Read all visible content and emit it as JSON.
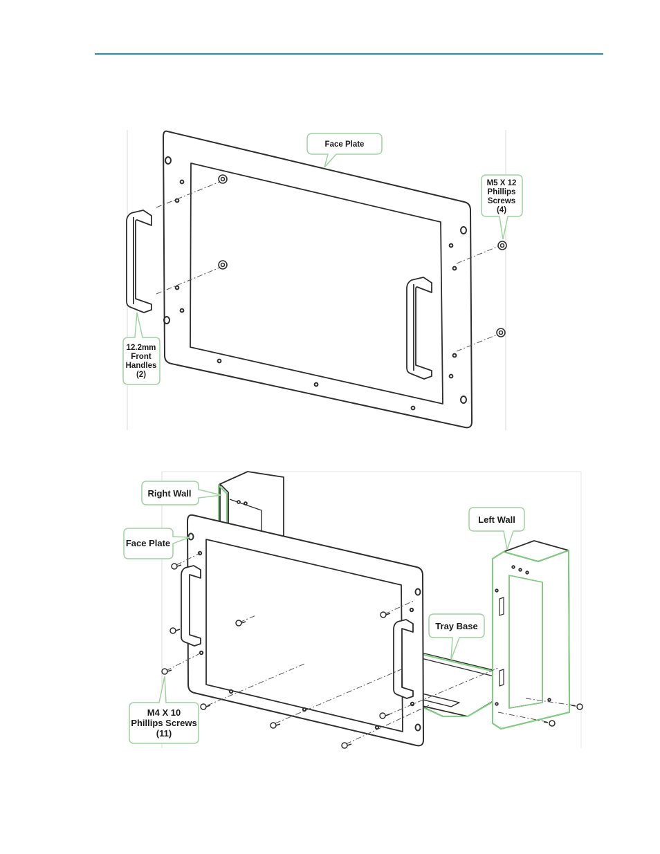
{
  "colors": {
    "header_rule": "#1c8fc9",
    "callout_border": "#9ed39e",
    "callout_fill": "#ffffff",
    "line_dark": "#2e2e2e",
    "highlight_green": "#7fcf7f"
  },
  "diagram_top": {
    "callouts": {
      "face_plate": [
        "Face Plate"
      ],
      "screws": [
        "M5 X 12",
        "Phillips",
        "Screws",
        "(4)"
      ],
      "handles": [
        "12.2mm",
        "Front",
        "Handles",
        "(2)"
      ]
    }
  },
  "diagram_bottom": {
    "callouts": {
      "right_wall": [
        "Right Wall"
      ],
      "face_plate": [
        "Face Plate"
      ],
      "left_wall": [
        "Left Wall"
      ],
      "tray_base": [
        "Tray Base"
      ],
      "screws": [
        "M4 X 10",
        "Phillips Screws",
        "(11)"
      ]
    }
  },
  "icons": {
    "screw": "screw-icon",
    "handle": "handle-icon"
  }
}
